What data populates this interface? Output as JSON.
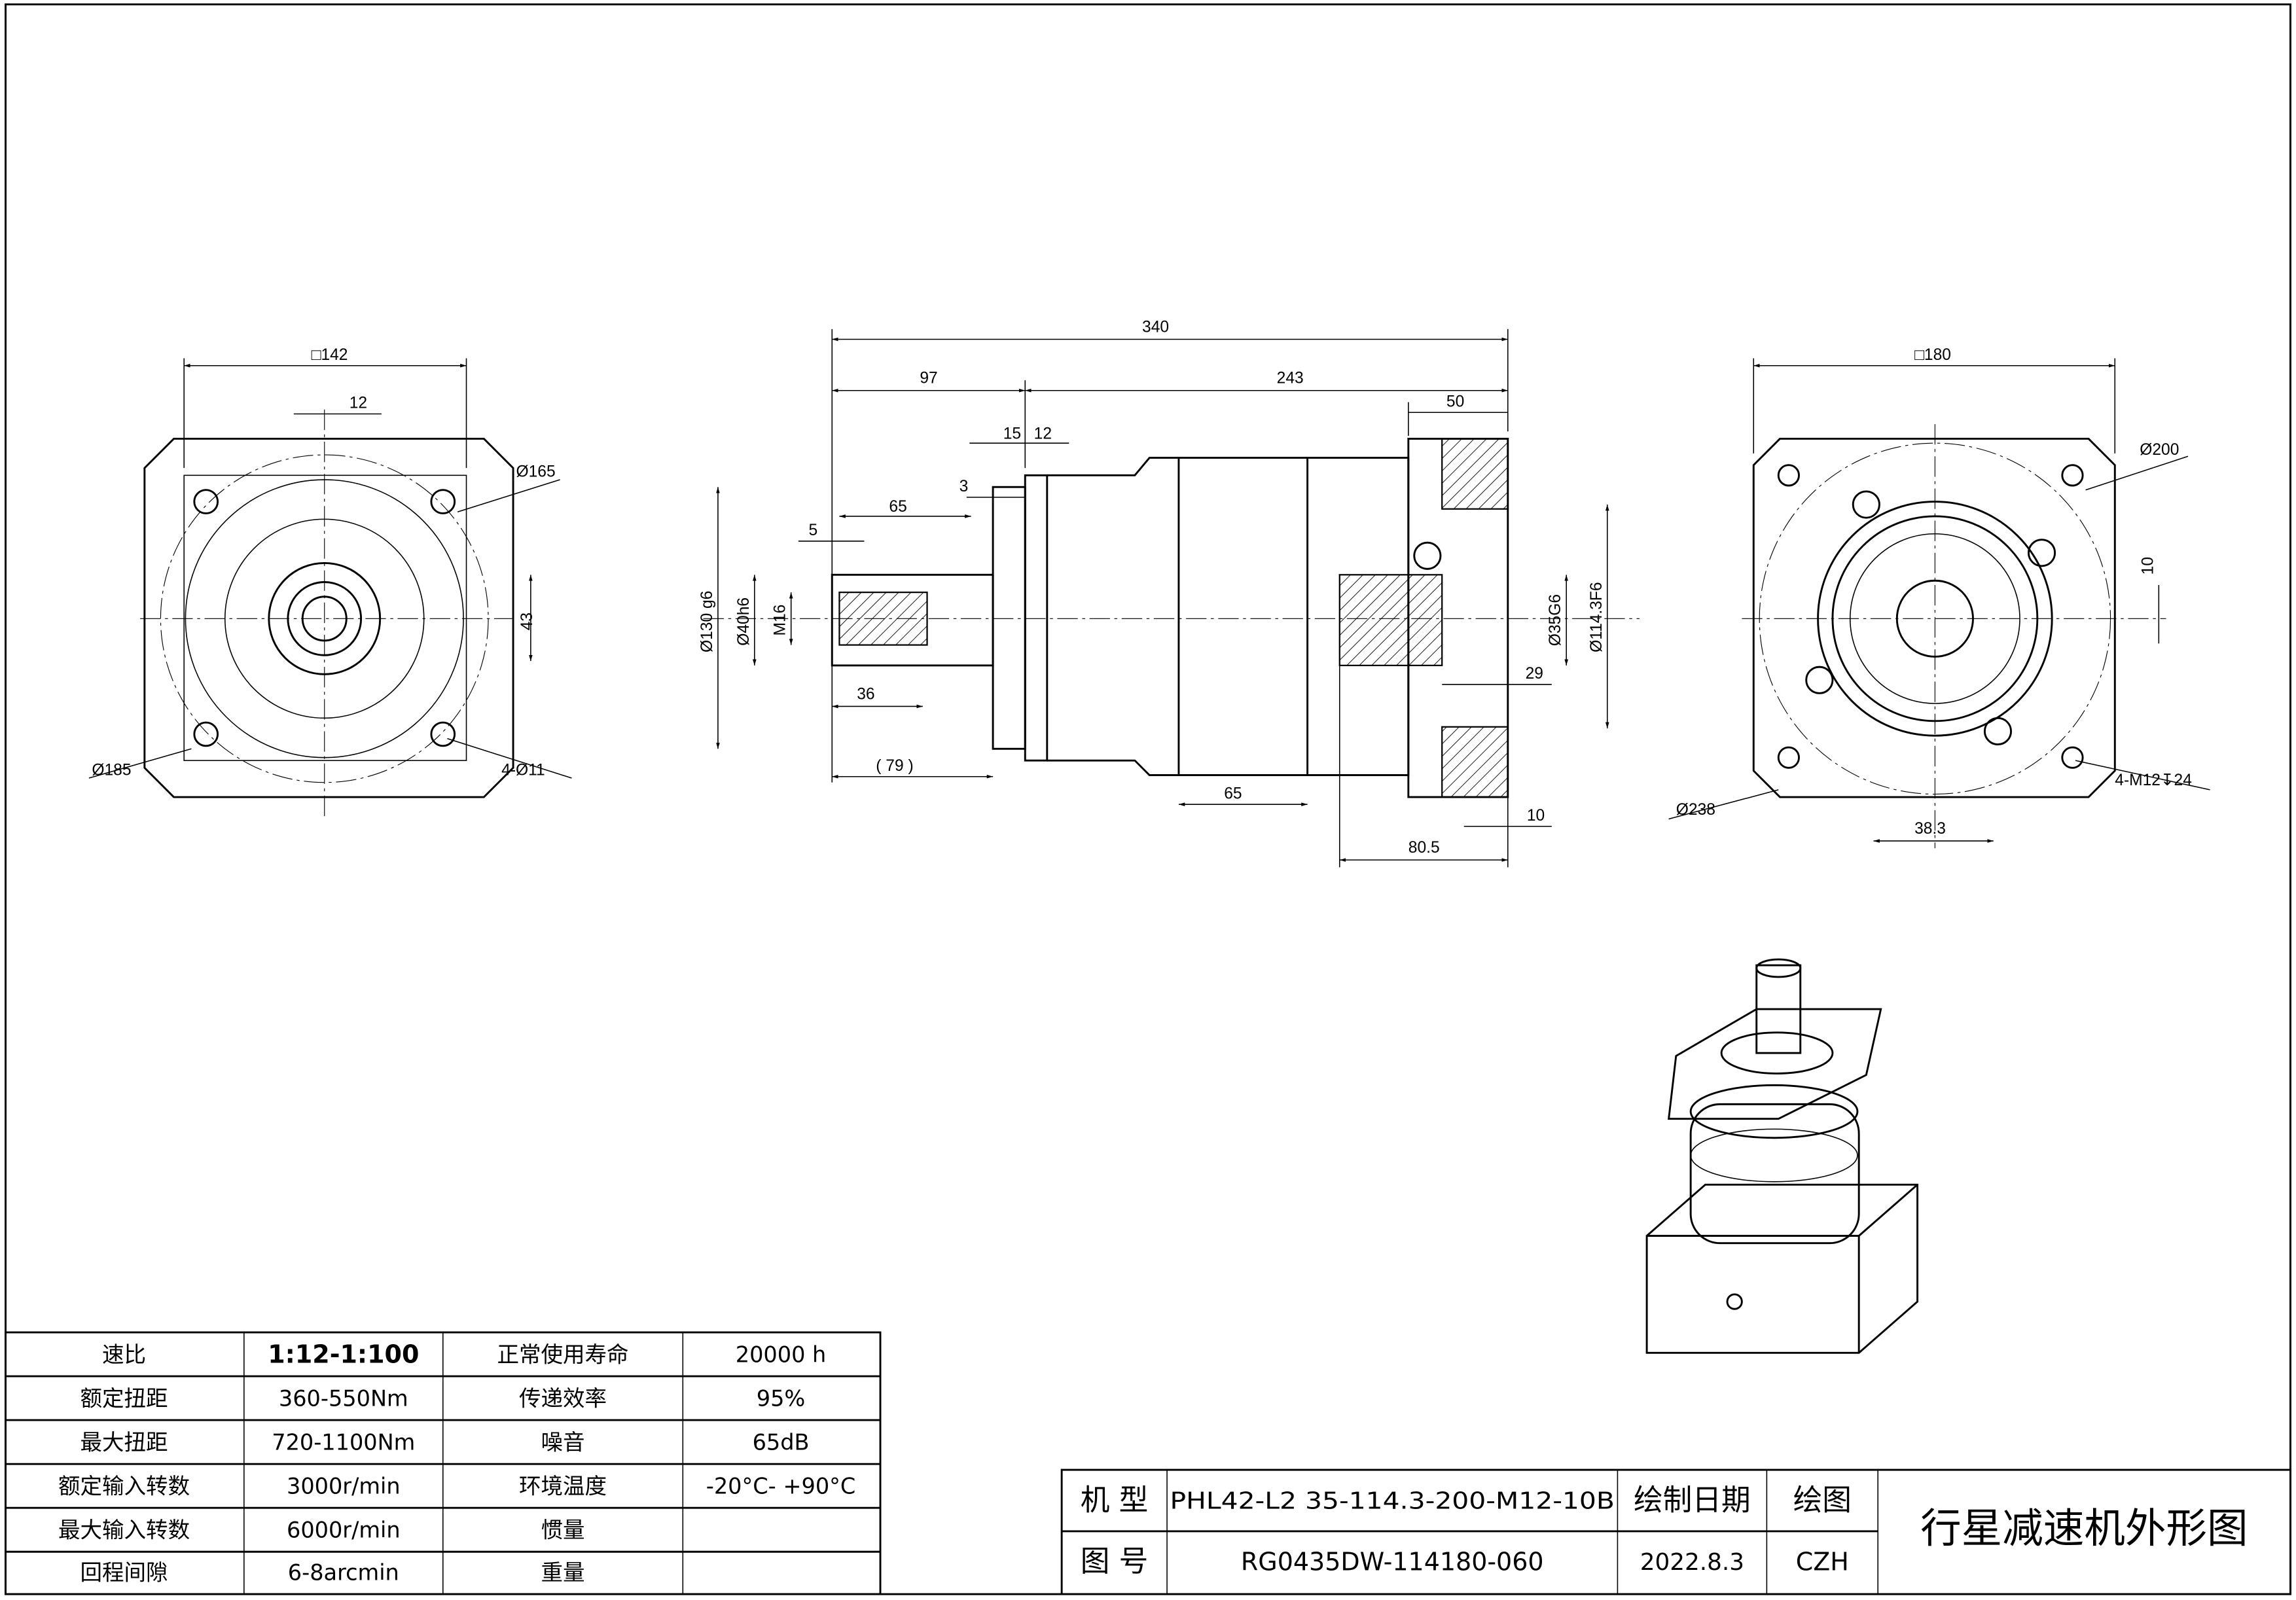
{
  "left_view": {
    "square": "□142",
    "key": "12",
    "pcd": "Ø165",
    "outer": "Ø185",
    "holes": "4-Ø11",
    "height": "43"
  },
  "side_view": {
    "total": "340",
    "d97": "97",
    "d243": "243",
    "d50": "50",
    "d15": "15",
    "d12": "12",
    "d3": "3",
    "d65a": "65",
    "d5": "5",
    "d36": "36",
    "d79": "( 79 )",
    "pilot": "Ø130 g6",
    "shaft": "Ø40h6",
    "thread": "M16",
    "bore": "Ø35G6",
    "spigot": "Ø114.3F6",
    "d29": "29",
    "d65b": "65",
    "d10": "10",
    "d80": "80.5"
  },
  "right_view": {
    "square": "□180",
    "pcd": "Ø200",
    "outer": "Ø238",
    "holes": "4-M12↧24",
    "key": "10",
    "d383": "38.3"
  },
  "spec_table": {
    "rows": [
      [
        "速比",
        "1:12-1:100",
        "正常使用寿命",
        "20000 h"
      ],
      [
        "额定扭距",
        "360-550Nm",
        "传递效率",
        "95%"
      ],
      [
        "最大扭距",
        "720-1100Nm",
        "噪音",
        "65dB"
      ],
      [
        "额定输入转数",
        "3000r/min",
        "环境温度",
        "-20°C- +90°C"
      ],
      [
        "最大输入转数",
        "6000r/min",
        "惯量",
        ""
      ],
      [
        "回程间隙",
        "6-8arcmin",
        "重量",
        ""
      ]
    ]
  },
  "title_block": {
    "model_label": "机 型",
    "model": "PHL42-L2 35-114.3-200-M12-10B",
    "drawdate_label": "绘制日期",
    "drawer_label": "绘图",
    "drawing_no_label": "图 号",
    "drawing_no": "RG0435DW-114180-060",
    "date": "2022.8.3",
    "drawer": "CZH",
    "title": "行星减速机外形图"
  }
}
